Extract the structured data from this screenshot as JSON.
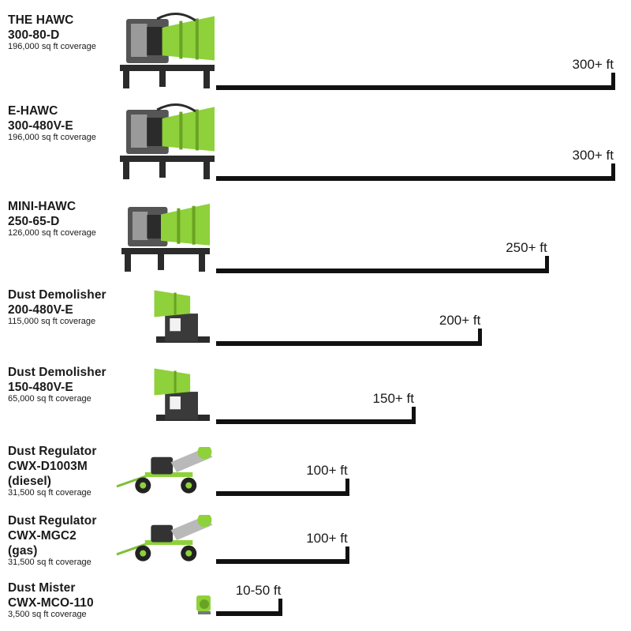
{
  "chart_data": {
    "type": "bar",
    "orientation": "horizontal",
    "colors": {
      "bar": "#111111",
      "machine_green": "#8ed13a"
    },
    "items": [
      {
        "name": "THE HAWC\n300-80-D",
        "coverage": "196,000 sq ft coverage",
        "range_label": "300+ ft",
        "value": 300,
        "image": "large-fan-cannon-icon"
      },
      {
        "name": "E-HAWC\n300-480V-E",
        "coverage": "196,000 sq ft coverage",
        "range_label": "300+ ft",
        "value": 300,
        "image": "large-fan-cannon-icon"
      },
      {
        "name": "MINI-HAWC\n250-65-D",
        "coverage": "126,000 sq ft coverage",
        "range_label": "250+ ft",
        "value": 250,
        "image": "mid-fan-cannon-icon"
      },
      {
        "name": "Dust Demolisher\n200-480V-E",
        "coverage": "115,000 sq ft coverage",
        "range_label": "200+ ft",
        "value": 200,
        "image": "tower-fan-cannon-icon"
      },
      {
        "name": "Dust Demolisher\n150-480V-E",
        "coverage": "65,000 sq ft coverage",
        "range_label": "150+ ft",
        "value": 150,
        "image": "tower-fan-cannon-icon"
      },
      {
        "name": "Dust Regulator\nCWX-D1003M\n(diesel)",
        "coverage": "31,500 sq ft coverage",
        "range_label": "100+ ft",
        "value": 100,
        "image": "wheeled-cart-cannon-icon"
      },
      {
        "name": "Dust Regulator\nCWX-MGC2\n(gas)",
        "coverage": "31,500 sq ft coverage",
        "range_label": "100+ ft",
        "value": 100,
        "image": "wheeled-cart-cannon-icon"
      },
      {
        "name": "Dust Mister\nCWX-MCO-110",
        "coverage": "3,500 sq ft coverage",
        "range_label": "10-50 ft",
        "value": 50,
        "image": "small-mister-icon"
      }
    ]
  }
}
